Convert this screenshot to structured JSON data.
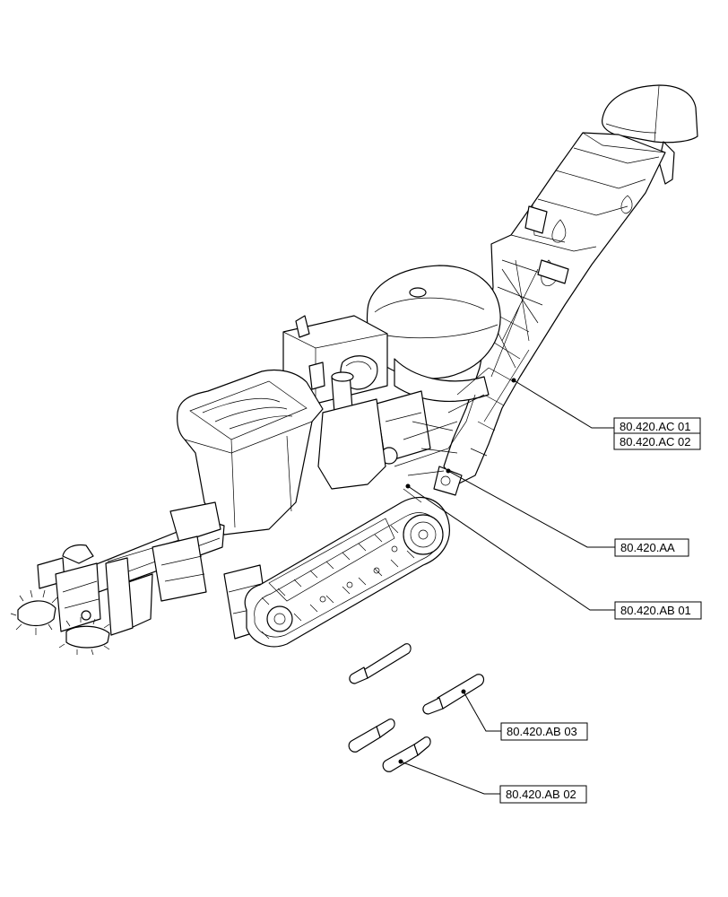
{
  "callouts": {
    "ac01": "80.420.AC 01",
    "ac02": "80.420.AC 02",
    "aa": "80.420.AA",
    "ab01": "80.420.AB 01",
    "ab03": "80.420.AB 03",
    "ab02": "80.420.AB 02"
  }
}
